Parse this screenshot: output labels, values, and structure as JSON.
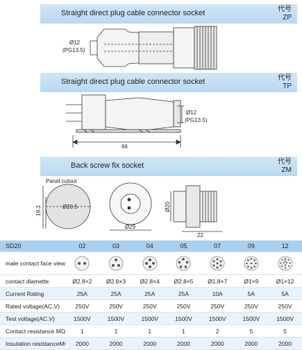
{
  "sections": [
    {
      "title": "Straight direct plug cable connector socket",
      "code_label": "代号",
      "code": "ZP"
    },
    {
      "title": "Straight direct plug cable connector socket",
      "code_label": "代号",
      "code": "TP"
    },
    {
      "title": "Back screw fix socket",
      "code_label": "代号",
      "code": "ZM"
    }
  ],
  "dims": {
    "d12_a": "Ø12",
    "pg_a": "(PG13.5)",
    "d12_b": "Ø12",
    "pg_b": "(PG13.5)",
    "len66": "66",
    "panel_cutout": "Panel cutout",
    "d20_5": "Ø20.5",
    "h19_3": "19.3",
    "d29": "Ø29",
    "d20": "Ø20",
    "len22": "22"
  },
  "table": {
    "model": "SD20",
    "pins": [
      "02",
      "03",
      "04",
      "05",
      "07",
      "09",
      "12"
    ],
    "rows": [
      {
        "label": "male contact face view",
        "values": [
          "",
          "",
          "",
          "",
          "",
          "",
          ""
        ]
      },
      {
        "label": "contact diamette",
        "values": [
          "Ø2.8×2",
          "Ø2.8×3",
          "Ø2.8×4",
          "Ø2.8×5",
          "Ø1.8×7",
          "Ø1×9",
          "Ø1×12"
        ]
      },
      {
        "label": "Current Rating",
        "values": [
          "25A",
          "25A",
          "25A",
          "25A",
          "10A",
          "5A",
          "5A"
        ]
      },
      {
        "label": "Rated voltage(AC.V)",
        "values": [
          "250V",
          "250V",
          "250V",
          "250V",
          "250V",
          "250V",
          "250V"
        ]
      },
      {
        "label": "Test voltage(AC.V)",
        "values": [
          "1500V",
          "1500V",
          "1500V",
          "1500V",
          "1500V",
          "1500V",
          "1500V"
        ]
      },
      {
        "label": "Contact resistance MΩ",
        "values": [
          "1",
          "1",
          "1",
          "1",
          "2",
          "5",
          "5"
        ]
      },
      {
        "label": "Insulation resistanceMΩ",
        "values": [
          "2000",
          "2000",
          "2000",
          "2000",
          "2000",
          "2000",
          "2000"
        ]
      }
    ]
  }
}
